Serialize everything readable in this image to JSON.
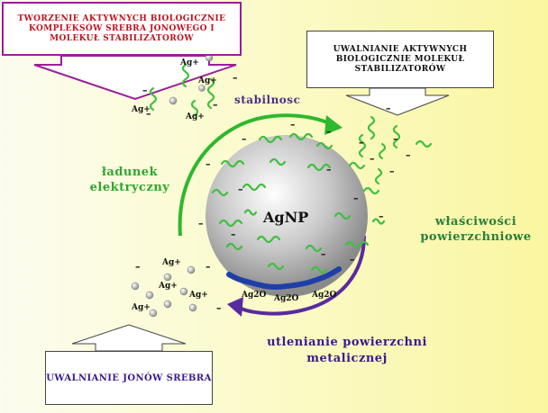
{
  "boxes": {
    "top_left": "TWORZENIE AKTYWNYCH BIOLOGICZNIE KOMPLEKSÓW SREBRA JONOWEGO I MOLEKUŁ STABILIZATORÓW",
    "top_right": "UWALNIANIE AKTYWNYCH BIOLOGICZNIE MOLEKUŁ STABILIZATORÓW",
    "bottom_left": "UWALNIANIE JONÓW SREBRA"
  },
  "labels": {
    "stabilnosc": "stabilnosc",
    "ladunek": "ładunek elektryczny",
    "wlasciwosci": "właściwości powierzchniowe",
    "utlenianie": "utlenianie powierzchni metalicznej",
    "agnp": "AgNP"
  },
  "ions": {
    "ag_plus": "Ag+",
    "ag2o": "Ag2O",
    "minus": "–"
  },
  "colors": {
    "arrow_green": "#2db82d",
    "arrow_purple": "#5a2aa0",
    "molecule_green": "#3fbf3f",
    "oxide_blue": "#1f3fa8",
    "box_border_magenta": "#9a1e9a",
    "box_text_red": "#c1121f"
  }
}
